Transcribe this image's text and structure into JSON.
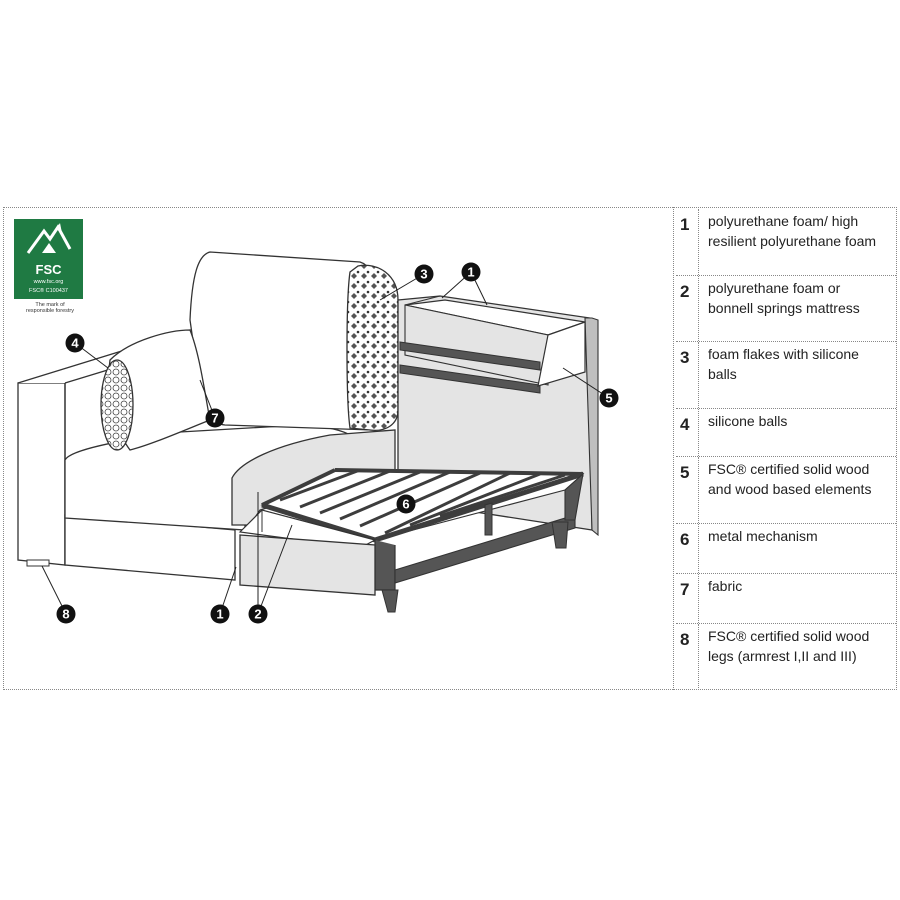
{
  "logo": {
    "name": "FSC",
    "url": "www.fsc.org",
    "code": "FSC® C100437",
    "tagline_1": "The mark of",
    "tagline_2": "responsible forestry"
  },
  "callouts": [
    "1",
    "2",
    "3",
    "4",
    "5",
    "6",
    "7",
    "8"
  ],
  "legend": [
    {
      "num": "1",
      "line1": "polyurethane foam/ high",
      "line2": "resilient polyurethane foam"
    },
    {
      "num": "2",
      "line1": "polyurethane foam or",
      "line2": "bonnell springs mattress"
    },
    {
      "num": "3",
      "line1": "foam flakes with silicone",
      "line2": "balls"
    },
    {
      "num": "4",
      "line1": "silicone balls",
      "line2": ""
    },
    {
      "num": "5",
      "line1": "FSC® certified solid wood",
      "line2": "and wood based elements"
    },
    {
      "num": "6",
      "line1": "metal mechanism",
      "line2": ""
    },
    {
      "num": "7",
      "line1": "fabric",
      "line2": ""
    },
    {
      "num": "8",
      "line1": "FSC® certified solid wood",
      "line2": "legs (armrest I,II and III)"
    }
  ],
  "colors": {
    "fsc_green": "#1f7a43",
    "frame": "#3d3d3d",
    "panel": "#e4e4e4"
  }
}
